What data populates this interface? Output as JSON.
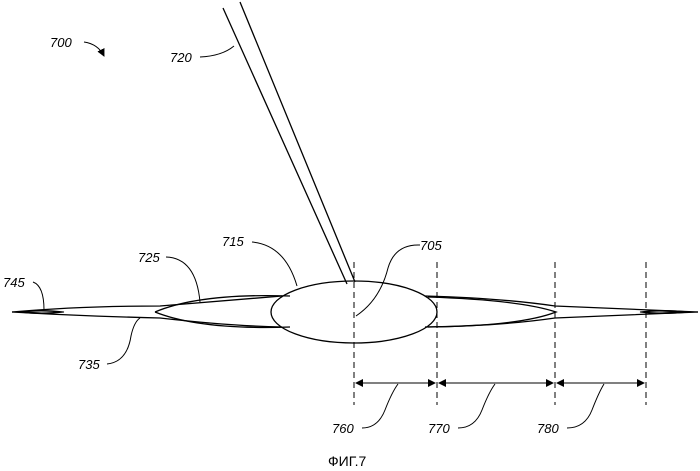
{
  "labels": {
    "fig_ref": "700",
    "needle": "720",
    "weld_nugget": "715",
    "contact_point": "705",
    "upper_bond": "725",
    "lower_bond": "735",
    "tail": "745",
    "zone_1": "760",
    "zone_2": "770",
    "zone_3": "780"
  },
  "caption": "ФИГ.7"
}
